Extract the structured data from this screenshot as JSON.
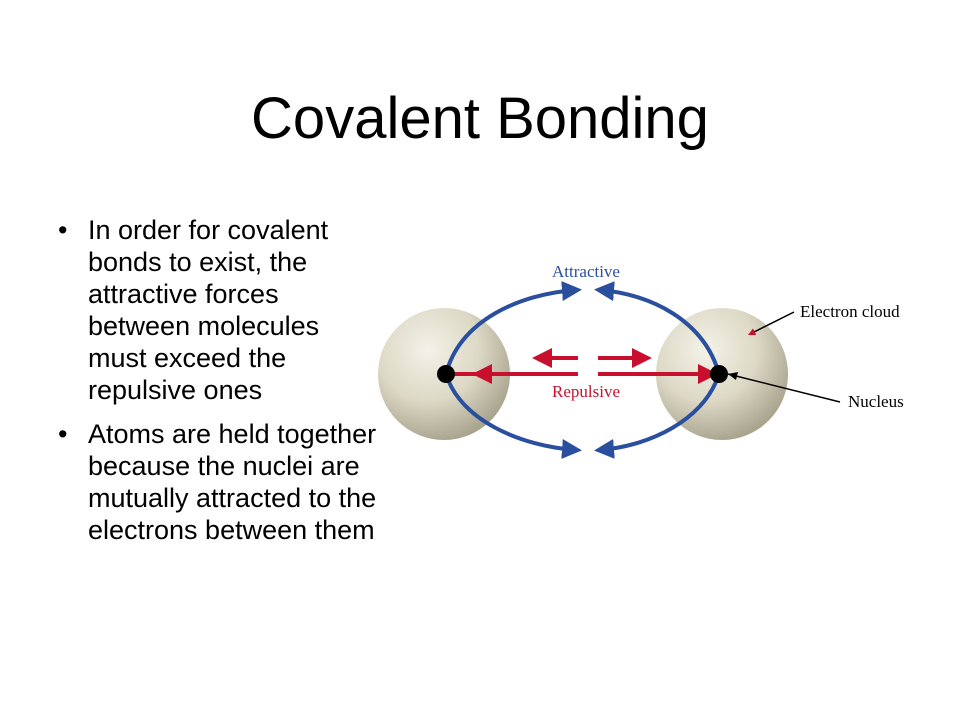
{
  "slide": {
    "title": "Covalent Bonding",
    "bullets": [
      {
        "marker": "•",
        "text": "In order for covalent bonds to exist, the attractive forces between molecules must exceed the repulsive ones"
      },
      {
        "marker": "•",
        "text": "Atoms are held together because the nuclei are mutually attracted to the electrons between them"
      }
    ]
  },
  "diagram": {
    "labels": {
      "attractive": "Attractive",
      "repulsive": "Repulsive",
      "electron_cloud": "Electron cloud",
      "nucleus": "Nucleus"
    },
    "colors": {
      "attractive_arrows": "#2a4f9e",
      "repulsive_arrows": "#c8102e",
      "atom_fill": "#ddd9c6",
      "nucleus": "#000000",
      "label_attractive": "#2a4f9e",
      "label_repulsive": "#c8102e",
      "label_callout": "#000000"
    }
  }
}
